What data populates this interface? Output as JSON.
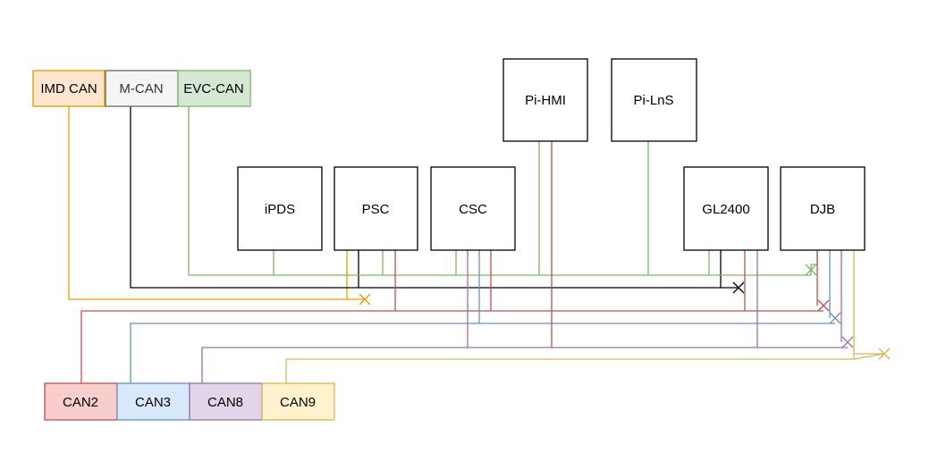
{
  "bus_labels": {
    "imd_can": "IMD CAN",
    "m_can": "M-CAN",
    "evc_can": "EVC-CAN",
    "can2": "CAN2",
    "can3": "CAN3",
    "can8": "CAN8",
    "can9": "CAN9"
  },
  "nodes": {
    "ipds": "iPDS",
    "psc": "PSC",
    "csc": "CSC",
    "pi_hmi": "Pi-HMI",
    "pi_lns": "Pi-LnS",
    "gl2400": "GL2400",
    "djb": "DJB"
  },
  "colors": {
    "imd_can": {
      "fill": "#ffe6cc",
      "stroke": "#d79b00",
      "wire": "#e0a400"
    },
    "m_can": {
      "fill": "#f5f5f5",
      "stroke": "#666666",
      "wire": "#000000"
    },
    "evc_can": {
      "fill": "#d5e8d4",
      "stroke": "#82b366",
      "wire": "#82b366"
    },
    "can2": {
      "fill": "#f8cecc",
      "stroke": "#b85450",
      "wire": "#b85450"
    },
    "can3": {
      "fill": "#dae8fc",
      "stroke": "#6c8ebf",
      "wire": "#6c8ebf"
    },
    "can8": {
      "fill": "#e1d5e7",
      "stroke": "#9673a6",
      "wire": "#9673a6"
    },
    "can9": {
      "fill": "#fff2cc",
      "stroke": "#d6b656",
      "wire": "#d6b656"
    },
    "node_stroke": "#000000"
  },
  "terminator_icon": "x-terminator"
}
